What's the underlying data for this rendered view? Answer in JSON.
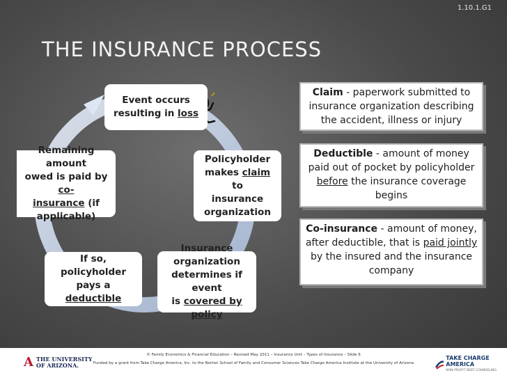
{
  "slide_code": "1.10.1.G1",
  "title": "THE INSURANCE PROCESS",
  "cycle": {
    "event": {
      "line1": "Event occurs",
      "line2_pre": "resulting in ",
      "line2_link": "loss"
    },
    "claim": {
      "line1": "Policyholder",
      "line2_pre": "makes ",
      "line2_link": "claim",
      "line2_post": " to",
      "line3": "insurance",
      "line4": "organization"
    },
    "determine": {
      "line1": "Insurance",
      "line2": "organization",
      "line3": "determines if event",
      "line4_pre": "is ",
      "line4_link": "covered by policy"
    },
    "deductible": {
      "line1": "If so, policyholder",
      "line2_pre": "pays a ",
      "line2_link": "deductible"
    },
    "remaining": {
      "line1": "Remaining amount",
      "line2_pre": "owed is paid by ",
      "line2_link": "co-",
      "line3_link": "insurance",
      "line3_post": " (if",
      "line4": "applicable)"
    }
  },
  "definitions": [
    {
      "term": "Claim",
      "text": " - paperwork submitted to insurance organization describing the accident, illness or injury"
    },
    {
      "term": "Deductible",
      "text_pre": " - amount of money paid out of pocket by policyholder ",
      "underlined": "before",
      "text_post": " the insurance coverage begins"
    },
    {
      "term": "Co-insurance",
      "text_pre": " - amount of money, after deductible, that is ",
      "underlined": "paid jointly",
      "text_post": " by the insured and the insurance company"
    }
  ],
  "footer": {
    "line1": "© Family Economics & Financial Education – Revised May 2011 – Insurance Unit – Types of Insurance – Slide 6",
    "line2": "Funded by a grant from Take Charge America, Inc. to the Norton School of Family and Consumer Sciences Take Charge America Institute at the University of Arizona",
    "ua_mark": "A",
    "ua_line1": "THE UNIVERSITY",
    "ua_line2": "OF ARIZONA.",
    "tca_name": "TAKE CHARGE AMERICA",
    "tca_sub": "NON-PROFIT DEBT COUNSELING"
  },
  "colors": {
    "arrow": "#5b7db6",
    "title": "#f2f2f2"
  }
}
